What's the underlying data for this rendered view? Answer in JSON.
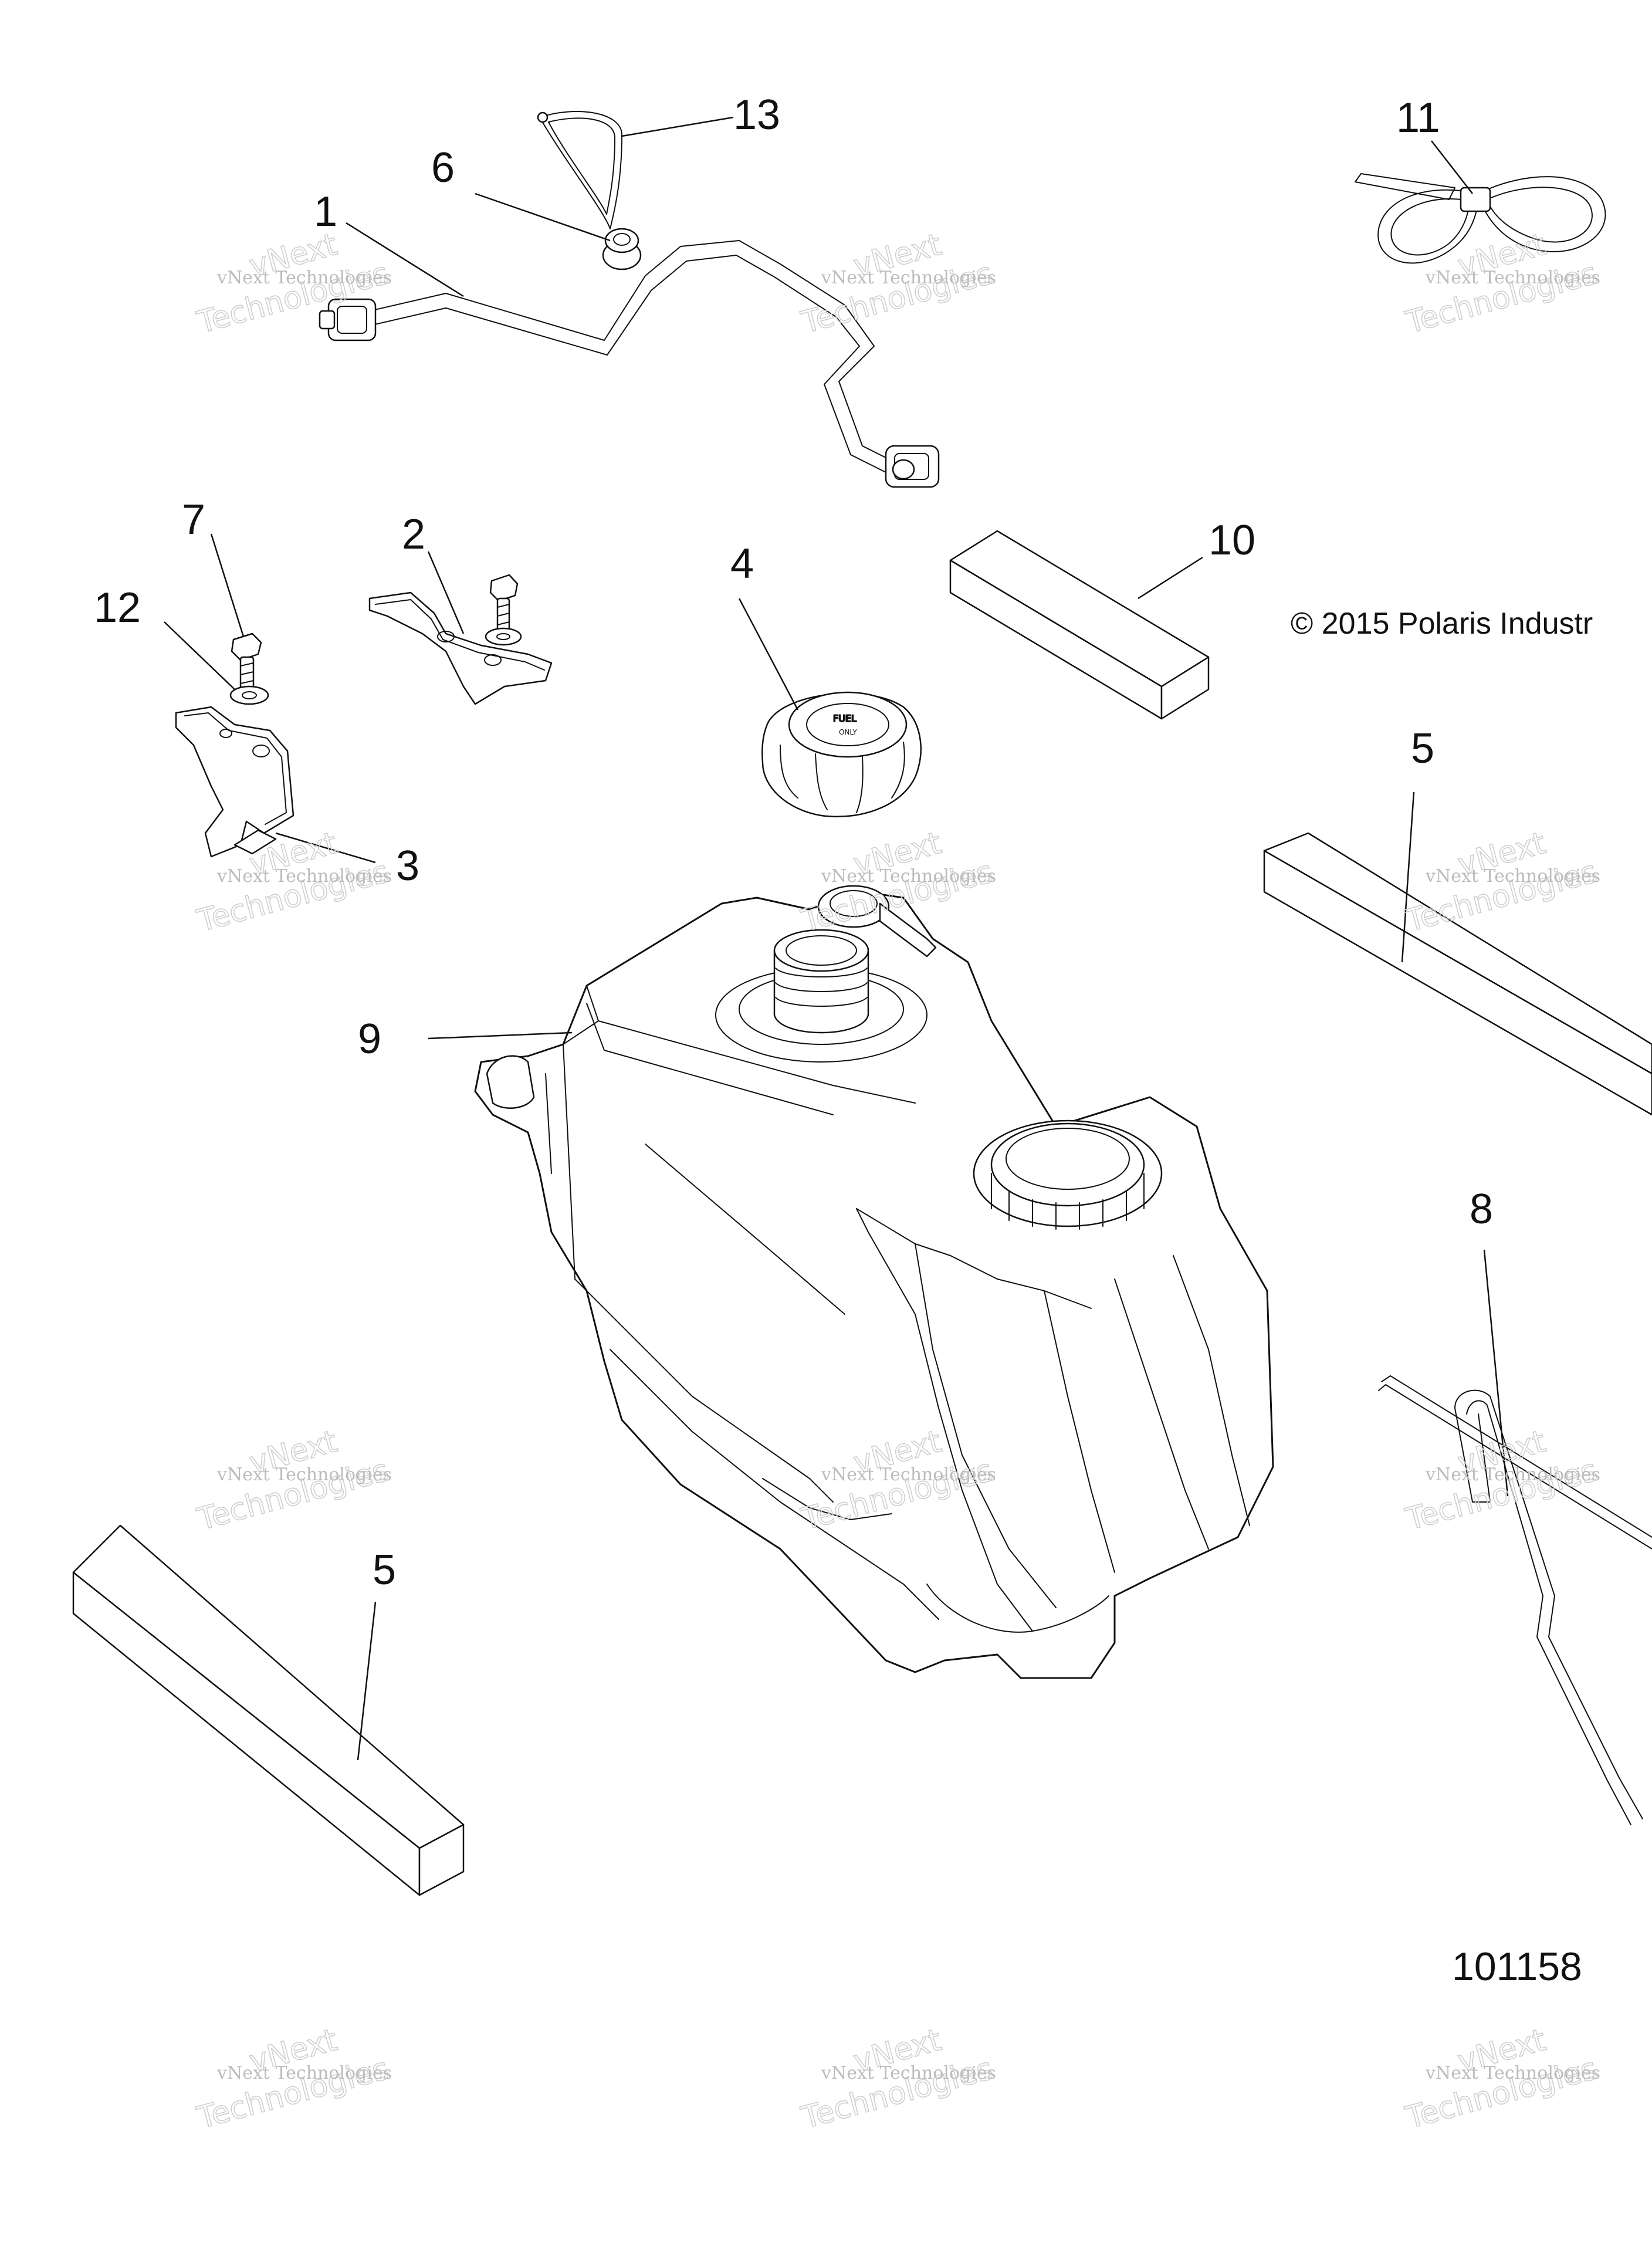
{
  "callouts": {
    "c1": "1",
    "c2": "2",
    "c3": "3",
    "c4": "4",
    "c5a": "5",
    "c5b": "5",
    "c6": "6",
    "c7": "7",
    "c8": "8",
    "c9": "9",
    "c10": "10",
    "c11": "11",
    "c12": "12",
    "c13": "13"
  },
  "copyright": "© 2015 Polaris Industr",
  "drawing_id": "101158",
  "watermark": {
    "line_small": "vNext Technologies",
    "line_large_1": "vNext",
    "line_large_2": "Technologies"
  }
}
